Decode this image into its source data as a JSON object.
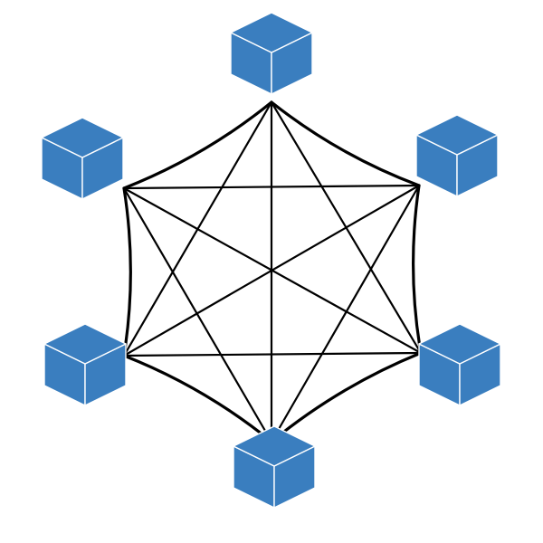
{
  "colors": {
    "cube_fill": "#3a7ebf",
    "cube_edge": "#ffffff",
    "link": "#000000",
    "background": "#ffffff"
  },
  "nodes": [
    {
      "id": "node-top",
      "icon": "cube-icon"
    },
    {
      "id": "node-upper-right",
      "icon": "cube-icon"
    },
    {
      "id": "node-lower-right",
      "icon": "cube-icon"
    },
    {
      "id": "node-bottom",
      "icon": "cube-icon"
    },
    {
      "id": "node-lower-left",
      "icon": "cube-icon"
    },
    {
      "id": "node-upper-left",
      "icon": "cube-icon"
    }
  ],
  "topology": "full-mesh"
}
